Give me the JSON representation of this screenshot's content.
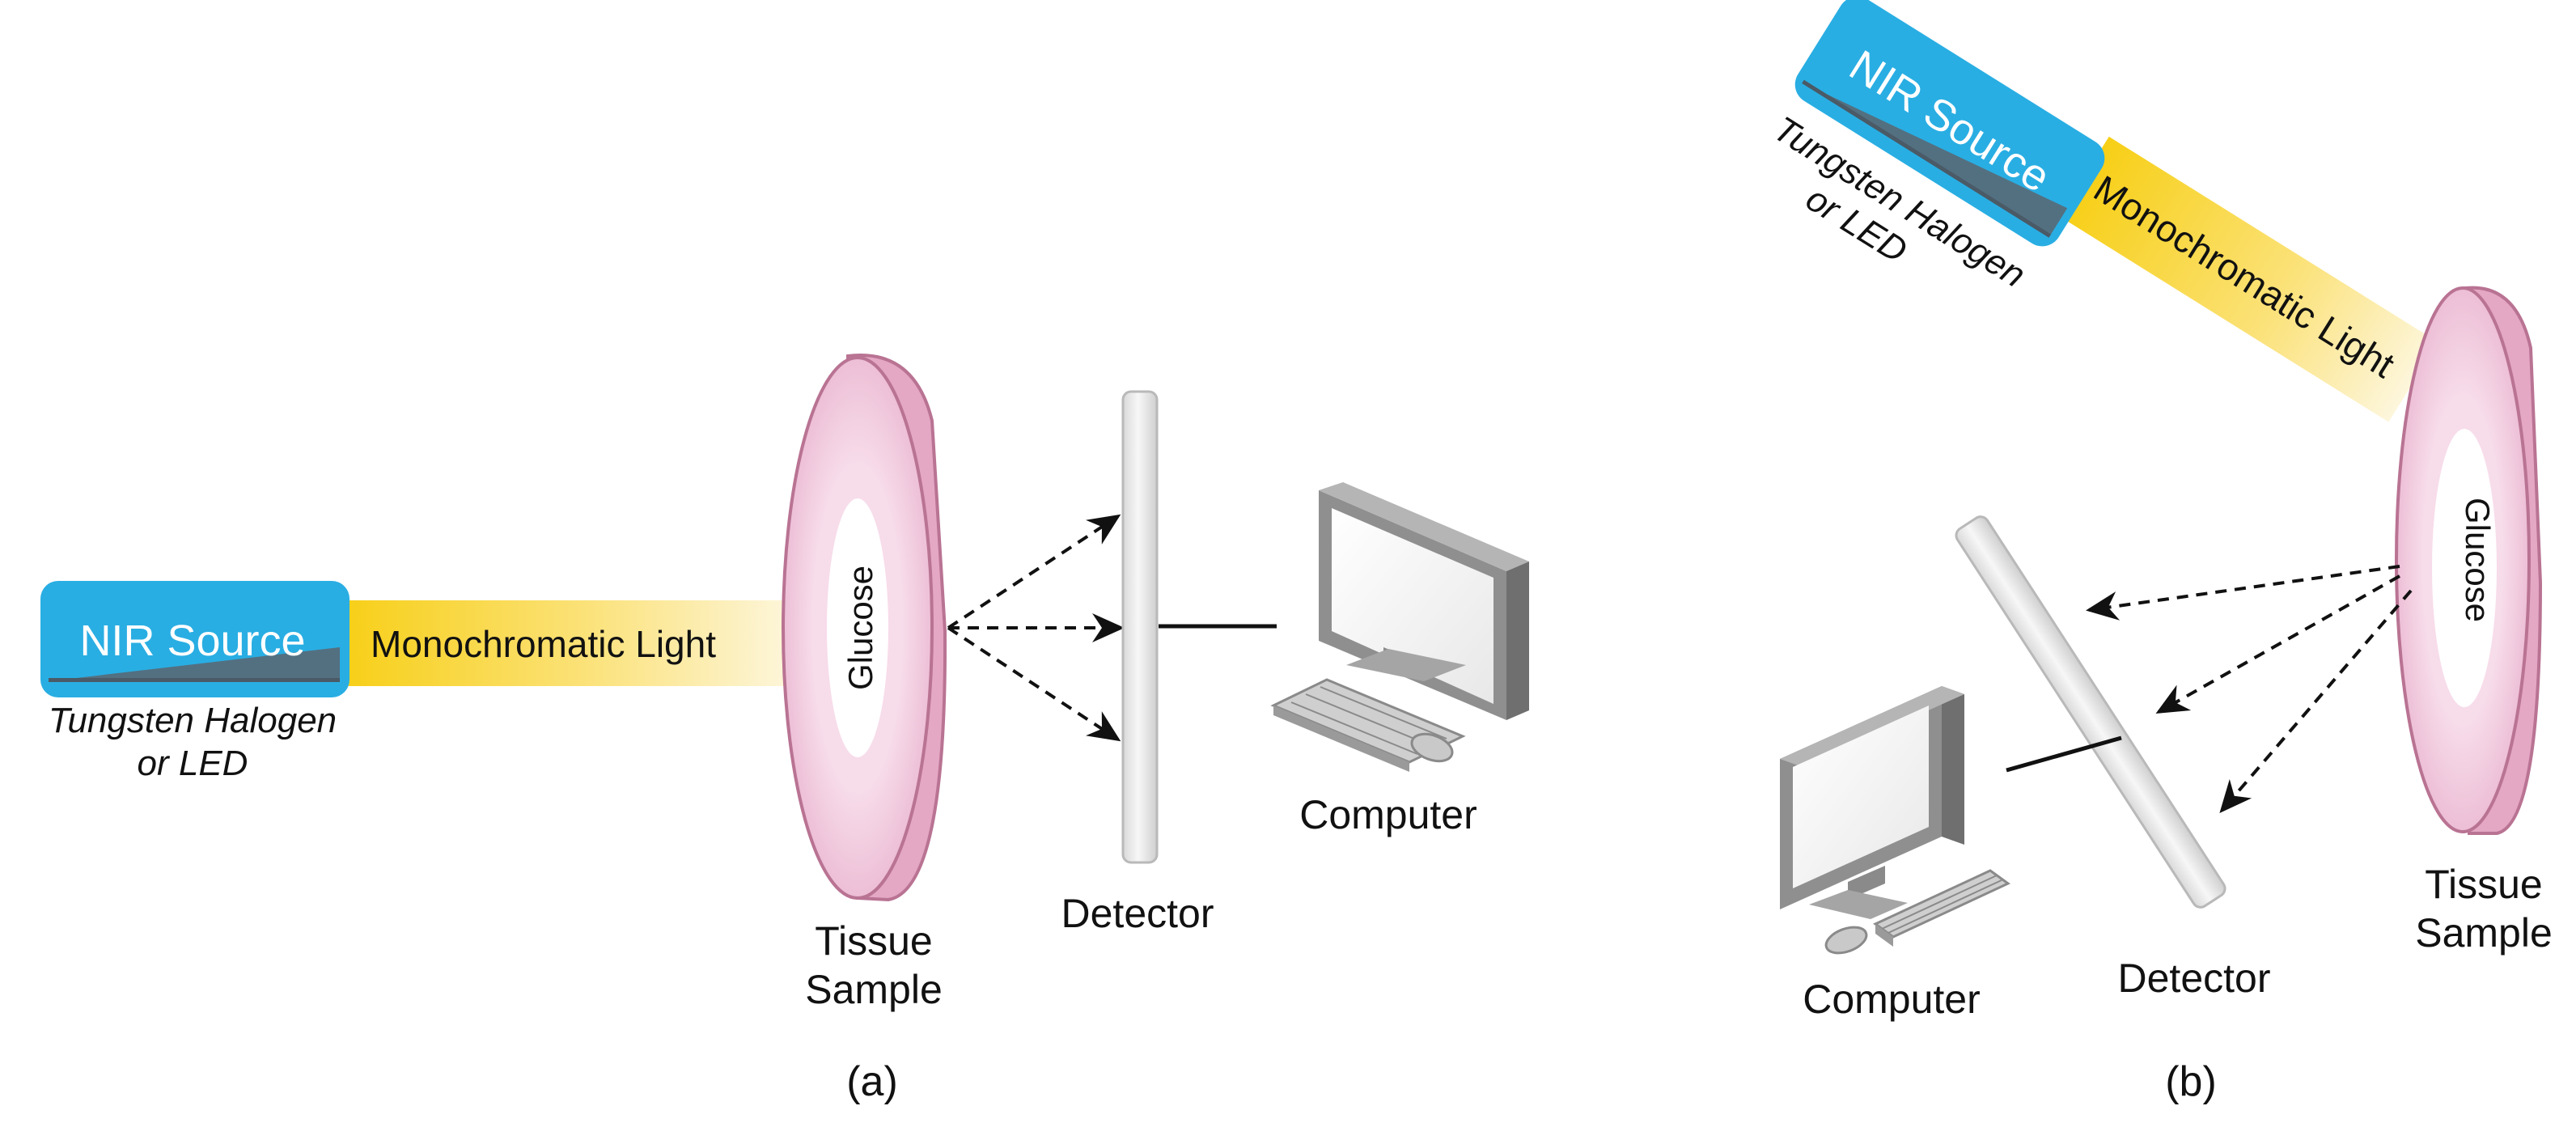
{
  "panel_a": {
    "source": {
      "label": "NIR Source",
      "subtitle_line1": "Tungsten Halogen",
      "subtitle_line2": "or LED"
    },
    "beam_label": "Monochromatic Light",
    "glucose_label": "Glucose",
    "tissue_line1": "Tissue",
    "tissue_line2": "Sample",
    "detector_label": "Detector",
    "computer_label": "Computer",
    "caption": "(a)"
  },
  "panel_b": {
    "source": {
      "label": "NIR Source",
      "subtitle_line1": "Tungsten Halogen",
      "subtitle_line2": "or LED"
    },
    "beam_label": "Monochromatic Light",
    "glucose_label": "Glucose",
    "tissue_line1": "Tissue",
    "tissue_line2": "Sample",
    "detector_label": "Detector",
    "computer_label": "Computer",
    "caption": "(b)"
  },
  "colors": {
    "source_box": "#29aee3",
    "beam_yellow": "#f9d11c",
    "tissue_pink": "#f0c7de",
    "tissue_edge": "#c9869f",
    "detector": "#e8e8e8",
    "monitor_gray": "#9a9a9a"
  }
}
